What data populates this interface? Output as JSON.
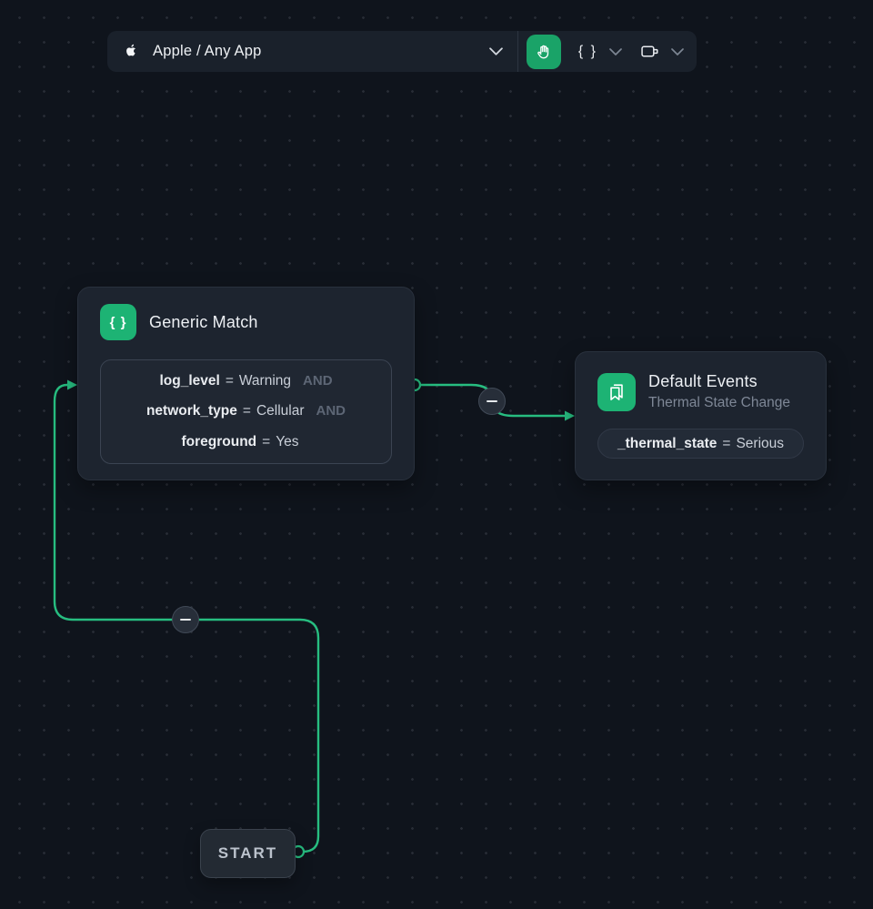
{
  "toolbar": {
    "app_selector": {
      "label": "Apple / Any App"
    },
    "braces_button": {
      "label": "{ }"
    }
  },
  "nodes": {
    "generic_match": {
      "icon_label": "{ }",
      "title": "Generic Match",
      "conditions": [
        {
          "key": "log_level",
          "eq": "=",
          "value": "Warning",
          "and": "AND"
        },
        {
          "key": "network_type",
          "eq": "=",
          "value": "Cellular",
          "and": "AND"
        },
        {
          "key": "foreground",
          "eq": "=",
          "value": "Yes",
          "and": ""
        }
      ]
    },
    "default_events": {
      "title": "Default Events",
      "subtitle": "Thermal State Change",
      "condition": {
        "key": "_thermal_state",
        "eq": "=",
        "value": "Serious"
      }
    },
    "start": {
      "label": "START"
    }
  },
  "colors": {
    "accent_green": "#1db374",
    "line_green": "#27bd80"
  }
}
